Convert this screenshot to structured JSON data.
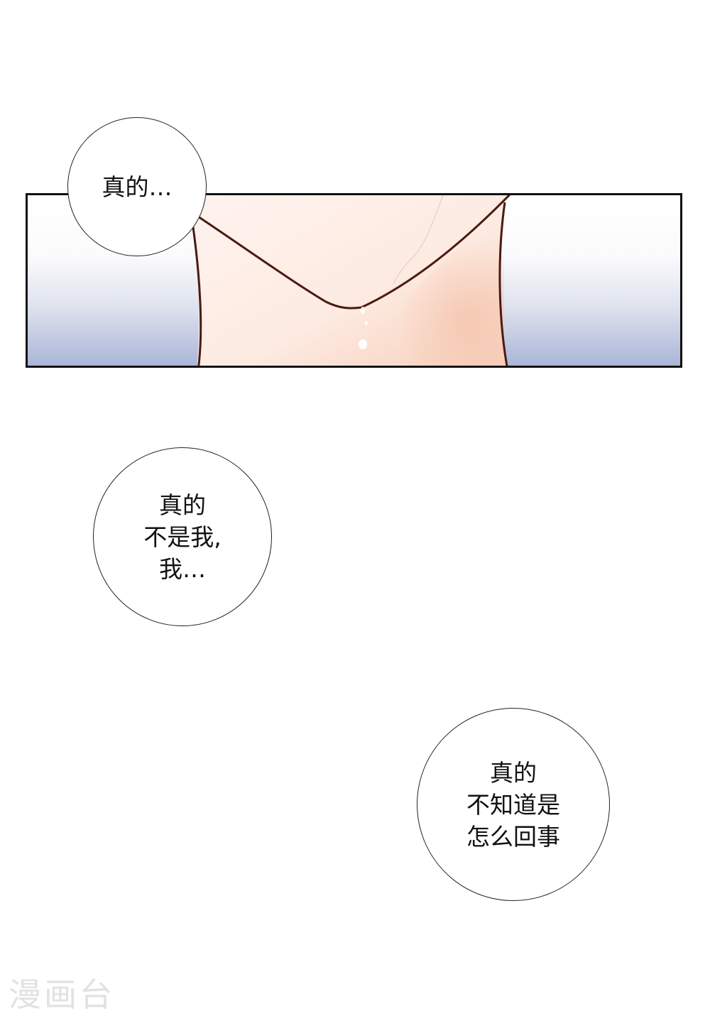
{
  "page": {
    "background": "#ffffff"
  },
  "panel": {
    "description": "close-up of neck and collarbone with sweat drops",
    "colors": {
      "skin_light": "#fdeee6",
      "skin_shadow": "#f6cdb9",
      "line": "#4a1a10",
      "background_top": "#ffffff",
      "background_bottom": "#aab6d8",
      "border": "#111111"
    }
  },
  "bubbles": [
    {
      "id": "bubble-1",
      "text": "真的…"
    },
    {
      "id": "bubble-2",
      "text": "真的\n不是我,\n我…"
    },
    {
      "id": "bubble-3",
      "text": "真的\n不知道是\n怎么回事"
    }
  ],
  "watermark": {
    "text": "漫画台",
    "color": "#e2e2e2"
  }
}
